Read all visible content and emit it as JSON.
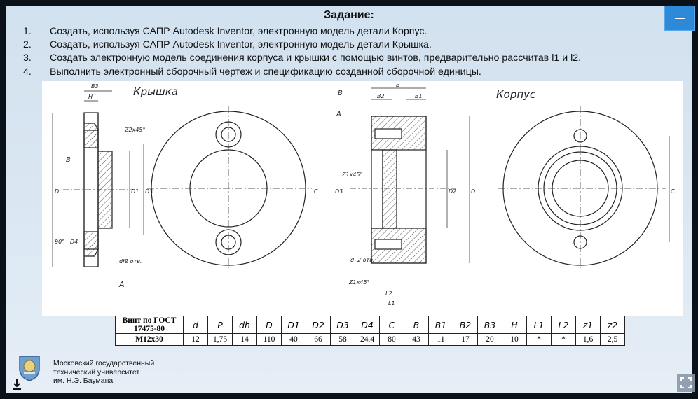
{
  "slide": {
    "title": "Задание:",
    "tasks": [
      {
        "num": "1",
        "text": "Создать, используя САПР Autodesk Inventor, электронную модель детали Корпус."
      },
      {
        "num": "2",
        "text": "Создать, используя САПР Autodesk Inventor, электронную модель детали Крышка."
      },
      {
        "num": "3",
        "text": "Создать электронную модель соединения корпуса и крышки с помощью винтов, предварительно рассчитав  l1 и l2."
      },
      {
        "num": "4",
        "text": "Выполнить электронный сборочный чертеж и спецификацию созданной сборочной единицы."
      }
    ]
  },
  "drawing": {
    "left_title": "Крышка",
    "right_title": "Корпус",
    "labels": {
      "B3": "B3",
      "H": "H",
      "z2": "Z2x45°",
      "B_left": "B",
      "D": "D",
      "D1": "D1",
      "D3": "D3",
      "angle": "90°",
      "D4": "D4",
      "dh": "dh",
      "holes": "2 отв.",
      "A_left": "A",
      "B_top": "B",
      "B2": "B2",
      "B1": "B1",
      "B_right": "B",
      "A_right": "A",
      "z1": "Z1x45°",
      "D3r": "D3",
      "D2": "D2",
      "Dr": "D",
      "C": "C",
      "d": "d",
      "holes_r": "2 отв.",
      "z1b": "Z1x45°",
      "L2": "L2",
      "L1": "L1",
      "C_right": "C"
    }
  },
  "spec_table": {
    "header_first": "Винт по ГОСТ 17475-80",
    "symbols": [
      "d",
      "P",
      "dh",
      "D",
      "D1",
      "D2",
      "D3",
      "D4",
      "C",
      "B",
      "B1",
      "B2",
      "B3",
      "H",
      "L1",
      "L2",
      "z1",
      "z2"
    ],
    "row_first": "M12x30",
    "values": [
      "12",
      "1,75",
      "14",
      "110",
      "40",
      "66",
      "58",
      "24,4",
      "80",
      "43",
      "11",
      "17",
      "20",
      "10",
      "*",
      "*",
      "1,6",
      "2,5"
    ]
  },
  "footer": {
    "university": [
      "Московский государственный",
      "технический университет",
      "им. Н.Э. Баумана"
    ]
  }
}
